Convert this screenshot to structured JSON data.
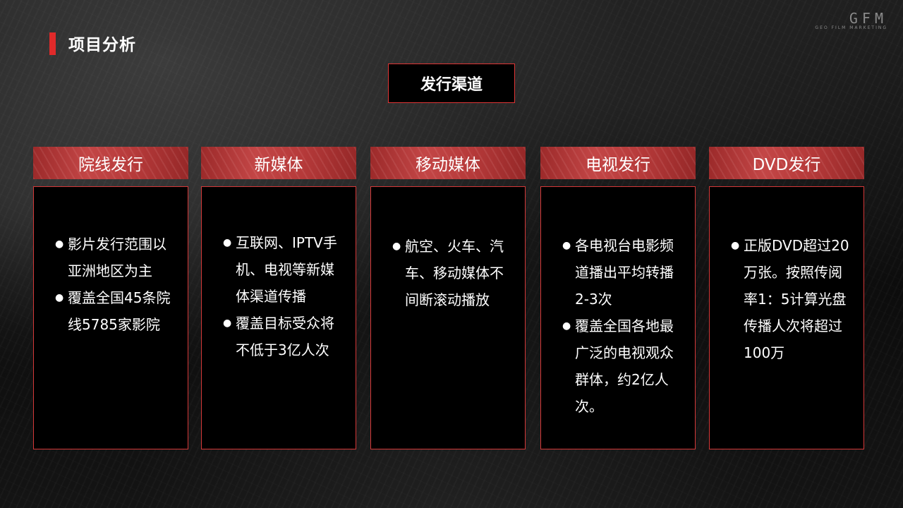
{
  "header": {
    "title": "项目分析"
  },
  "logo": {
    "main": "GFM",
    "sub": "GEO FILM MARKETING"
  },
  "center": {
    "title": "发行渠道"
  },
  "colors": {
    "accent": "#e02a2a",
    "header_fill": "#c34646",
    "background": "#0c0c0c"
  },
  "columns": [
    {
      "title": "院线发行",
      "items": [
        "影片发行范围以亚洲地区为主",
        "覆盖全国45条院线5785家影院"
      ]
    },
    {
      "title": "新媒体",
      "items": [
        "互联网、IPTV手机、电视等新媒体渠道传播",
        "覆盖目标受众将不低于3亿人次"
      ]
    },
    {
      "title": "移动媒体",
      "items": [
        "航空、火车、汽车、移动媒体不间断滚动播放"
      ]
    },
    {
      "title": "电视发行",
      "items": [
        "各电视台电影频道播出平均转播2-3次",
        "覆盖全国各地最广泛的电视观众群体，约2亿人次。"
      ]
    },
    {
      "title": "DVD发行",
      "items": [
        "正版DVD超过20万张。按照传阅率1：5计算光盘传播人次将超过100万"
      ]
    }
  ]
}
